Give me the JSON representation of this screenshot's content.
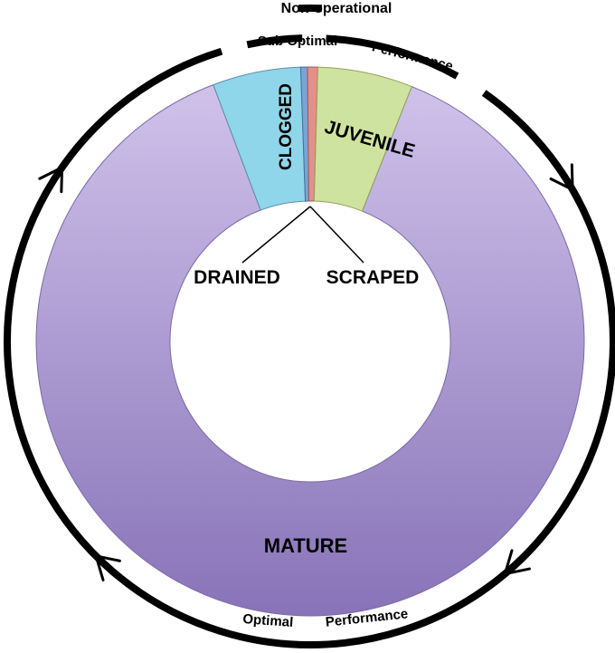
{
  "diagram": {
    "segments": [
      {
        "key": "mature",
        "label": "MATURE",
        "fraction": 0.882,
        "color_top": "#cfc2ea",
        "color_bottom": "#8873b8"
      },
      {
        "key": "clogged",
        "label": "CLOGGED",
        "fraction": 0.052,
        "color": "#8fd6ea"
      },
      {
        "key": "drained",
        "label": "DRAINED",
        "fraction": 0.004,
        "color": "#7aa3d6"
      },
      {
        "key": "scraped",
        "label": "SCRAPED",
        "fraction": 0.006,
        "color": "#e58f8a"
      },
      {
        "key": "juvenile",
        "label": "JUVENILE",
        "fraction": 0.056,
        "color": "#cfe3a0"
      }
    ],
    "outer_labels": {
      "non_operational": "Non-operational",
      "sub_optimal": "Sub Optimal",
      "sub_optimal_performance": "Performance",
      "optimal": "Optimal",
      "optimal_performance": "Performance"
    },
    "cycle_direction": "clockwise"
  }
}
